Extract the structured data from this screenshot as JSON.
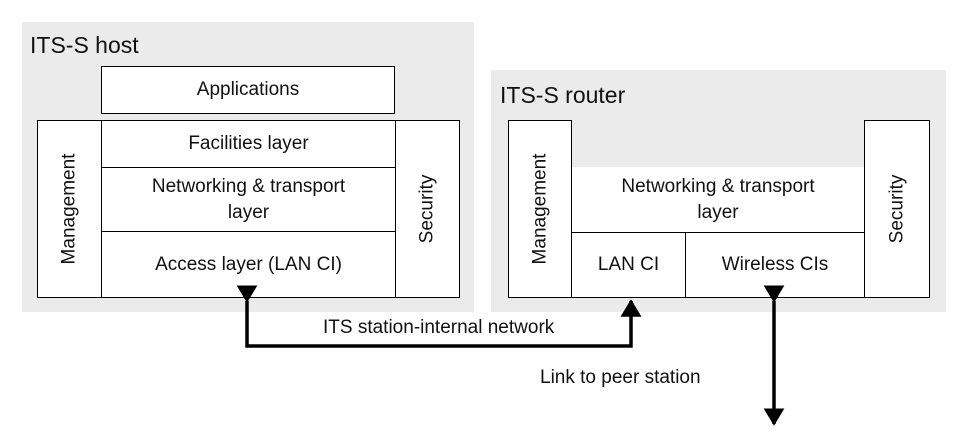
{
  "host": {
    "title": "ITS-S host",
    "applications": "Applications",
    "management": "Management",
    "facilities": "Facilities layer",
    "networking_line1": "Networking & transport",
    "networking_line2": "layer",
    "access": "Access layer (LAN CI)",
    "security": "Security"
  },
  "router": {
    "title": "ITS-S router",
    "management": "Management",
    "networking_line1": "Networking & transport",
    "networking_line2": "layer",
    "lan_ci": "LAN CI",
    "wireless_cis": "Wireless CIs",
    "security": "Security"
  },
  "links": {
    "internal_network": "ITS station-internal network",
    "peer_link": "Link to peer station"
  }
}
